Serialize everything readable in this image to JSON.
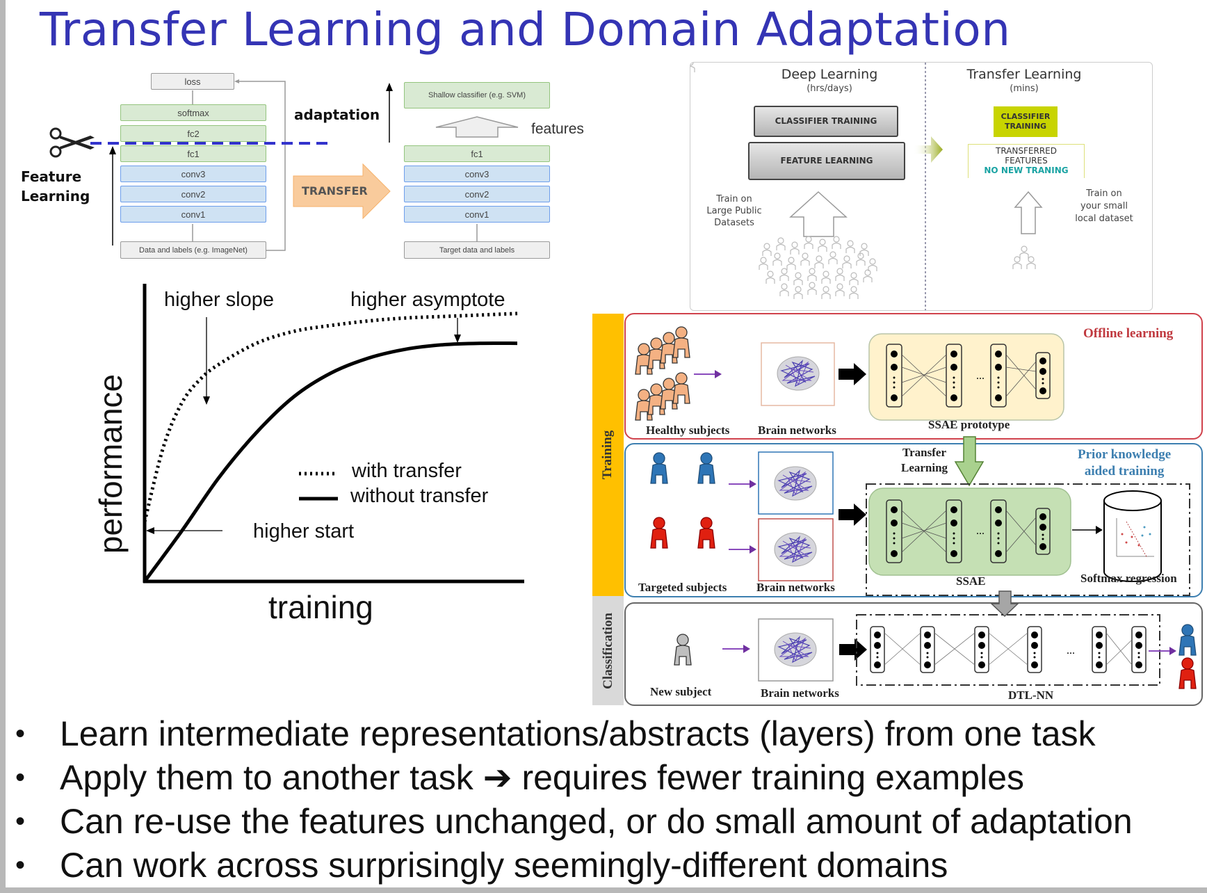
{
  "slide": {
    "title": "Transfer Learning and Domain Adaptation",
    "title_color": "#3434b4"
  },
  "feature_diagram": {
    "source_stack": {
      "loss": "loss",
      "layers": [
        {
          "label": "softmax",
          "kind": "fc"
        },
        {
          "label": "fc2",
          "kind": "fc"
        },
        {
          "label": "fc1",
          "kind": "fc"
        },
        {
          "label": "conv3",
          "kind": "conv"
        },
        {
          "label": "conv2",
          "kind": "conv"
        },
        {
          "label": "conv1",
          "kind": "conv"
        }
      ],
      "input": "Data and labels (e.g. ImageNet)"
    },
    "target_stack": {
      "classifier": "Shallow classifier (e.g. SVM)",
      "layers": [
        {
          "label": "fc1",
          "kind": "fc"
        },
        {
          "label": "conv3",
          "kind": "conv"
        },
        {
          "label": "conv2",
          "kind": "conv"
        },
        {
          "label": "conv1",
          "kind": "conv"
        }
      ],
      "input": "Target data and labels"
    },
    "labels": {
      "feature_learning_1": "Feature",
      "feature_learning_2": "Learning",
      "adaptation": "adaptation",
      "transfer": "TRANSFER",
      "features": "features"
    },
    "icons": {
      "cut": "scissors-icon"
    },
    "colors": {
      "fc": "#d9ead3",
      "conv": "#cfe2f3",
      "transfer": "#f9cb9c",
      "cut_line": "#3333cc"
    }
  },
  "dl_vs_tl": {
    "deep": {
      "title": "Deep Learning",
      "subtitle": "(hrs/days)",
      "classifier": "CLASSIFIER TRAINING",
      "features": "FEATURE LEARNING",
      "train_1": "Train on",
      "train_2": "Large Public",
      "train_3": "Datasets"
    },
    "transfer": {
      "title": "Transfer Learning",
      "subtitle": "(mins)",
      "classifier": "CLASSIFIER TRAINING",
      "features_1": "TRANSFERRED",
      "features_2": "FEATURES",
      "features_3": "NO NEW TRANING",
      "train_1": "Train on",
      "train_2": "your small",
      "train_3": "local dataset"
    },
    "colors": {
      "classifier_tl": "#c8d400",
      "no_new": "#1aa3a3"
    }
  },
  "chart_data": {
    "type": "line",
    "title": "",
    "xlabel": "training",
    "ylabel": "performance",
    "xlim": [
      0,
      1
    ],
    "ylim": [
      0,
      1
    ],
    "grid": false,
    "legend": {
      "placement": "center-right",
      "entries": [
        "with transfer",
        "without transfer"
      ]
    },
    "series": [
      {
        "name": "with transfer",
        "style": "dotted",
        "x": [
          0,
          0.05,
          0.1,
          0.15,
          0.2,
          0.3,
          0.4,
          0.5,
          0.6,
          0.7,
          0.8,
          0.9,
          1.0
        ],
        "y": [
          0.2,
          0.45,
          0.6,
          0.68,
          0.73,
          0.8,
          0.84,
          0.86,
          0.875,
          0.885,
          0.89,
          0.895,
          0.9
        ]
      },
      {
        "name": "without transfer",
        "style": "solid",
        "x": [
          0,
          0.1,
          0.2,
          0.3,
          0.4,
          0.5,
          0.6,
          0.7,
          0.8,
          0.9,
          1.0
        ],
        "y": [
          0,
          0.17,
          0.35,
          0.5,
          0.62,
          0.7,
          0.75,
          0.78,
          0.795,
          0.8,
          0.8
        ]
      }
    ],
    "annotations": [
      "higher slope",
      "higher asymptote",
      "higher start"
    ]
  },
  "brain_diagram": {
    "sections": {
      "training": "Training",
      "classification": "Classification"
    },
    "offline": {
      "title": "Offline learning",
      "subjects": "Healthy subjects",
      "networks": "Brain networks",
      "model": "SSAE prototype"
    },
    "prior": {
      "title_1": "Prior knowledge",
      "title_2": "aided training",
      "transfer_1": "Transfer",
      "transfer_2": "Learning",
      "subjects": "Targeted subjects",
      "networks": "Brain networks",
      "model": "SSAE",
      "regression": "Softmax regression"
    },
    "classification": {
      "subject": "New subject",
      "networks": "Brain networks",
      "model": "DTL-NN"
    },
    "ellipsis": "...",
    "colors": {
      "offline": "#d0424c",
      "prior": "#3d7fb0",
      "training_strip": "#ffc000",
      "classification_strip": "#d9d9d9",
      "healthy": "#f4b183",
      "targeted_blue": "#2e75b6",
      "targeted_red": "#e02010",
      "new_subject": "#bfbfbf"
    }
  },
  "bullets": [
    "Learn intermediate representations/abstracts (layers) from one task",
    "Apply them to another task ➔ requires fewer training examples",
    "Can re-use the features unchanged, or do small amount of adaptation",
    "Can work across surprisingly seemingly-different domains"
  ]
}
